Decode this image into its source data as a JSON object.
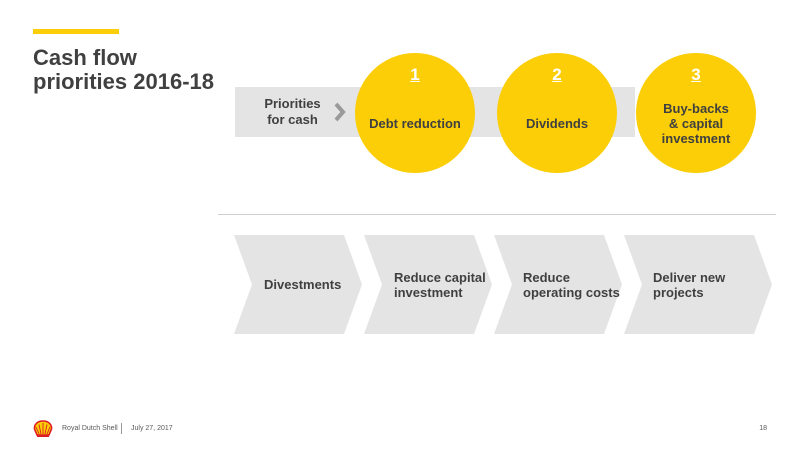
{
  "title": {
    "line1": "Cash flow",
    "line2": "priorities 2016-18"
  },
  "priorities": {
    "label_line1": "Priorities",
    "label_line2": "for cash",
    "items": [
      {
        "number": "1",
        "label": "Debt reduction"
      },
      {
        "number": "2",
        "label": "Dividends"
      },
      {
        "number": "3",
        "label": "Buy-backs\n& capital\ninvestment"
      }
    ]
  },
  "levers": [
    {
      "label": "Divestments"
    },
    {
      "label": "Reduce capital\ninvestment"
    },
    {
      "label": "Reduce\noperating costs"
    },
    {
      "label": "Deliver new\nprojects"
    }
  ],
  "footer": {
    "company": "Royal Dutch Shell",
    "date": "July 27, 2017",
    "page": "18"
  },
  "colors": {
    "accent": "#FBCE07",
    "gray_band": "#e4e4e4",
    "text": "#404040",
    "logo_red": "#DD1D21"
  }
}
